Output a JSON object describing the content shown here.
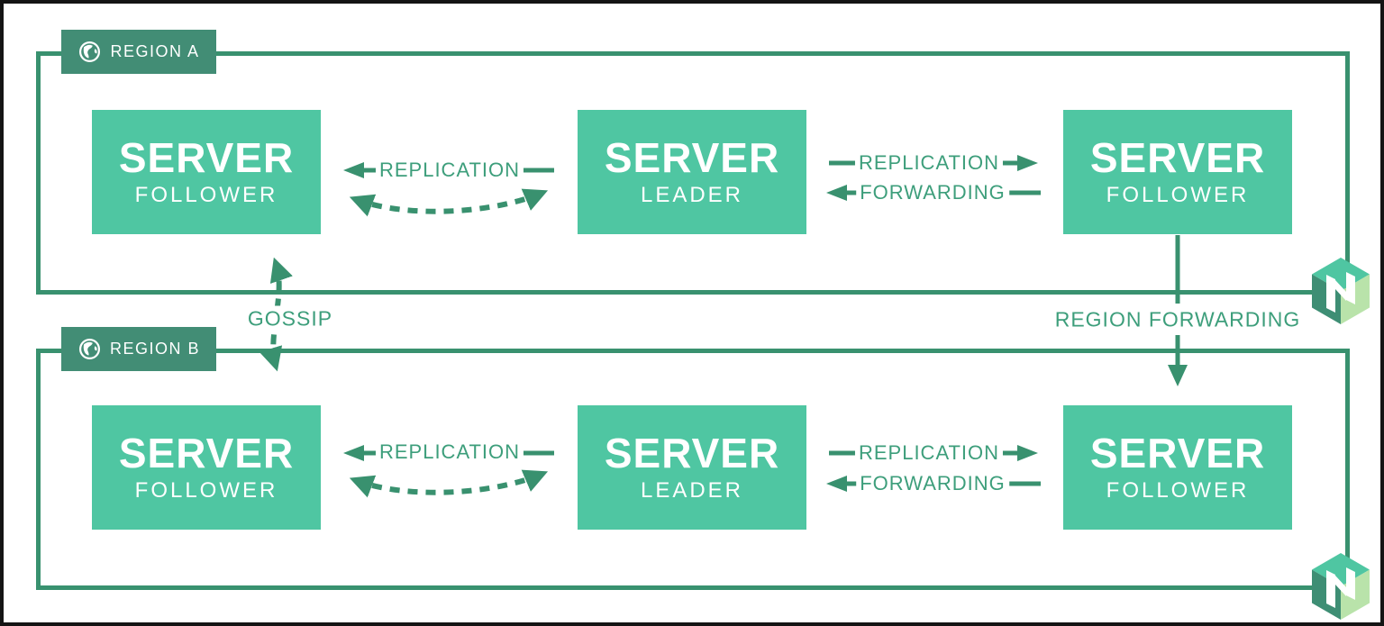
{
  "regions": [
    {
      "label": "REGION A",
      "servers": [
        {
          "title": "SERVER",
          "role": "FOLLOWER"
        },
        {
          "title": "SERVER",
          "role": "LEADER"
        },
        {
          "title": "SERVER",
          "role": "FOLLOWER"
        }
      ],
      "arrow_labels": {
        "replication_left": "REPLICATION",
        "replication_right": "REPLICATION",
        "forwarding_right": "FORWARDING"
      }
    },
    {
      "label": "REGION B",
      "servers": [
        {
          "title": "SERVER",
          "role": "FOLLOWER"
        },
        {
          "title": "SERVER",
          "role": "LEADER"
        },
        {
          "title": "SERVER",
          "role": "FOLLOWER"
        }
      ],
      "arrow_labels": {
        "replication_left": "REPLICATION",
        "replication_right": "REPLICATION",
        "forwarding_right": "FORWARDING"
      }
    }
  ],
  "links": {
    "gossip": "GOSSIP",
    "region_forwarding": "REGION FORWARDING"
  },
  "icons": {
    "region_badge_icon": "globe-icon",
    "corner_logo": "nomad-cube-logo"
  },
  "colors": {
    "box-fill": "#4fc6a2",
    "badge-fill": "#428d75",
    "line": "#39916f",
    "label-text": "#3d9e7b",
    "logo-dark": "#3e8e74",
    "logo-light": "#b9e3aa",
    "frame": "#141414",
    "background": "#ffffff",
    "box-text": "#ffffff"
  }
}
